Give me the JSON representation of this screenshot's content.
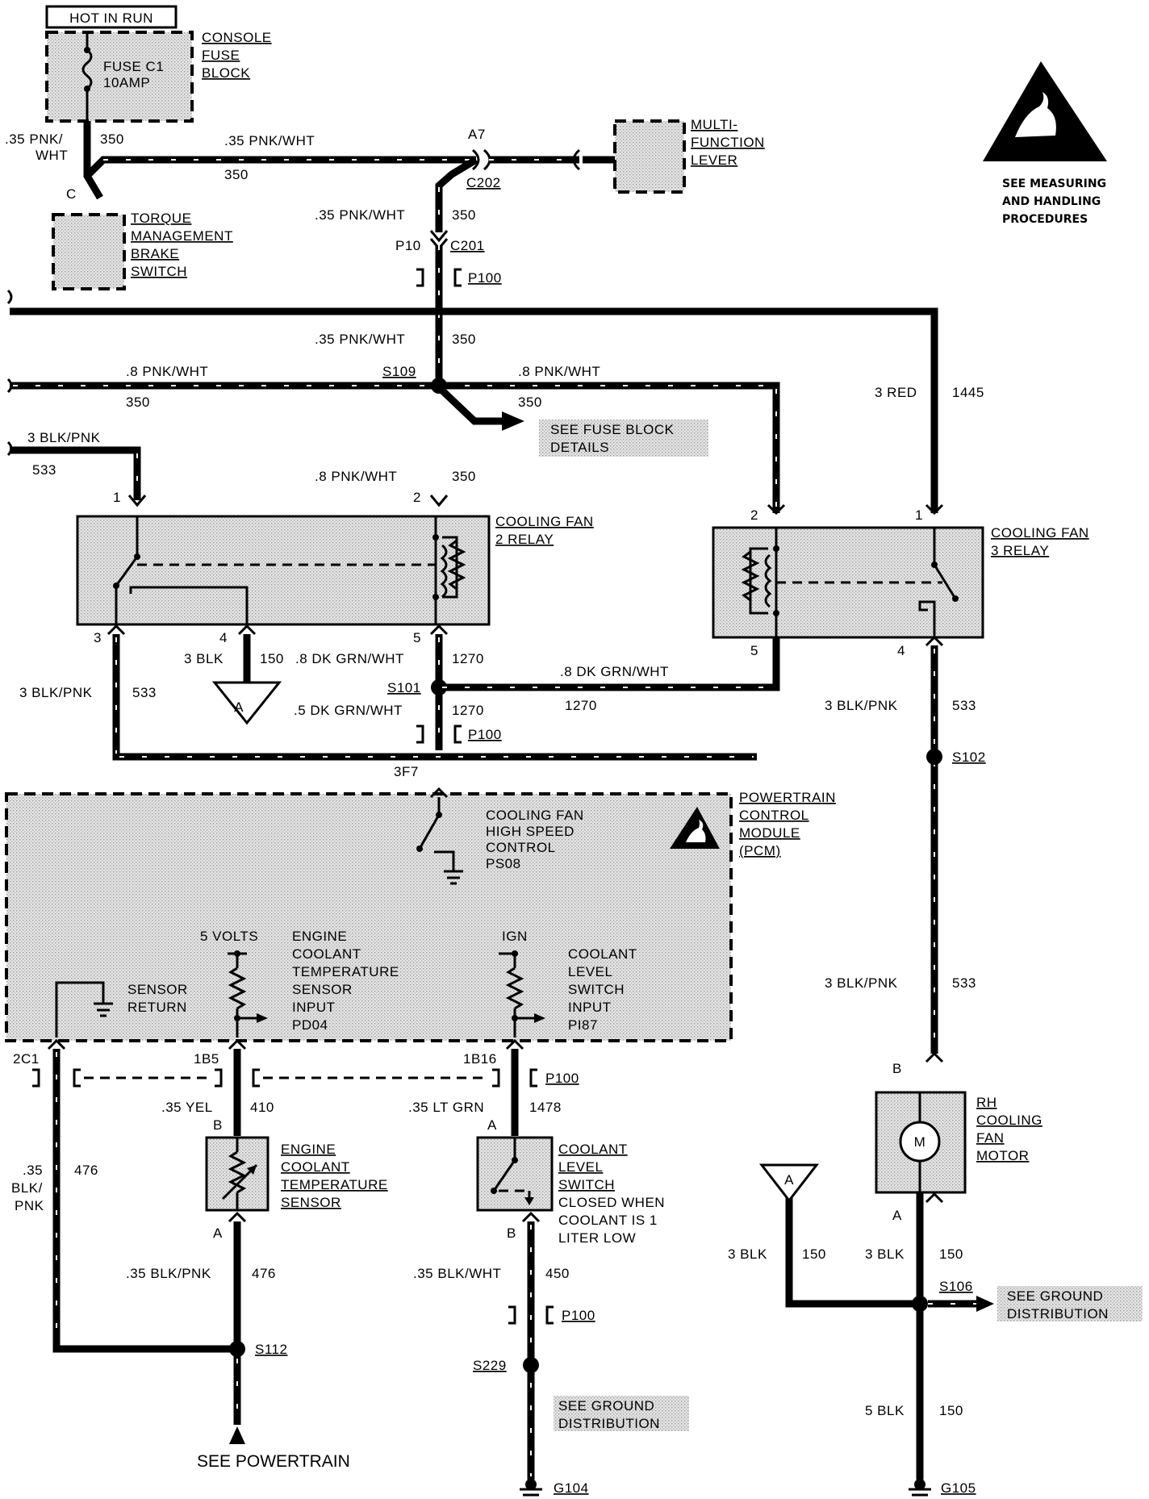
{
  "diagram": {
    "hot_in_run": "HOT IN RUN",
    "console_fuse_block": [
      "CONSOLE",
      "FUSE",
      "BLOCK"
    ],
    "fuse": [
      "FUSE C1",
      "10AMP"
    ],
    "multi_function_lever": [
      "MULTI-",
      "FUNCTION",
      "LEVER"
    ],
    "torque_switch": [
      "TORQUE",
      "MANAGEMENT",
      "BRAKE",
      "SWITCH"
    ],
    "esd_caption": [
      "SEE MEASURING",
      "AND HANDLING",
      "PROCEDURES"
    ],
    "fan2_relay": [
      "COOLING FAN",
      "2 RELAY"
    ],
    "fan3_relay": [
      "COOLING FAN",
      "3 RELAY"
    ],
    "pcm": [
      "POWERTRAIN",
      "CONTROL",
      "MODULE",
      "(PCM)"
    ],
    "fan_hs_control": [
      "COOLING FAN",
      "HIGH SPEED",
      "CONTROL",
      "PS08"
    ],
    "five_volts": "5 VOLTS",
    "ign": "IGN",
    "ect_input": [
      "ENGINE",
      "COOLANT",
      "TEMPERATURE",
      "SENSOR",
      "INPUT",
      "PD04"
    ],
    "cls_input": [
      "COOLANT",
      "LEVEL",
      "SWITCH",
      "INPUT",
      "PI87"
    ],
    "sensor_return": [
      "SENSOR",
      "RETURN"
    ],
    "ect_sensor": [
      "ENGINE",
      "COOLANT",
      "TEMPERATURE",
      "SENSOR"
    ],
    "coolant_switch": [
      "COOLANT",
      "LEVEL",
      "SWITCH",
      "CLOSED WHEN",
      "COOLANT IS 1",
      "LITER LOW"
    ],
    "fan_motor": [
      "RH",
      "COOLING",
      "FAN",
      "MOTOR"
    ],
    "motor_symbol": "M",
    "see_fuse_block": [
      "SEE FUSE BLOCK",
      "DETAILS"
    ],
    "see_ground_1": [
      "SEE GROUND",
      "DISTRIBUTION"
    ],
    "see_ground_2": [
      "SEE GROUND",
      "DISTRIBUTION"
    ],
    "see_powertrain": "SEE POWERTRAIN",
    "offpage_a": "A",
    "wires": {
      "w35pnkwht": ".35 PNK/WHT",
      "w35pnk": ".35 PNK/",
      "wht": "WHT",
      "w8pnkwht": ".8 PNK/WHT",
      "w3blkpnk": "3 BLK/PNK",
      "w3red": "3 RED",
      "w3blk": "3 BLK",
      "w8dkgrn": ".8 DK GRN/WHT",
      "w5dkgrn": ".5 DK GRN/WHT",
      "w35yel": ".35 YEL",
      "w35ltgrn": ".35 LT GRN",
      "w35": ".35",
      "blk": "BLK/",
      "pnk": "PNK",
      "w35blkpnk": ".35 BLK/PNK",
      "w35blkwht": ".35 BLK/WHT",
      "w5blk": "5 BLK",
      "c350": "350",
      "c533": "533",
      "c1445": "1445",
      "c150": "150",
      "c1270": "1270",
      "c410": "410",
      "c1478": "1478",
      "c476": "476",
      "c450": "450"
    },
    "connectors": {
      "c202": "C202",
      "a7": "A7",
      "c201": "C201",
      "p10": "P10",
      "p100": "P100",
      "s109": "S109",
      "s101": "S101",
      "s102": "S102",
      "s106": "S106",
      "s112": "S112",
      "s229": "S229",
      "g104": "G104",
      "g105": "G105",
      "pin_c": "C",
      "pin_1": "1",
      "pin_2": "2",
      "pin_3": "3",
      "pin_4": "4",
      "pin_5": "5",
      "pin_a": "A",
      "pin_b": "B",
      "pin_3f7": "3F7",
      "pin_2c1": "2C1",
      "pin_1b5": "1B5",
      "pin_1b16": "1B16"
    }
  }
}
